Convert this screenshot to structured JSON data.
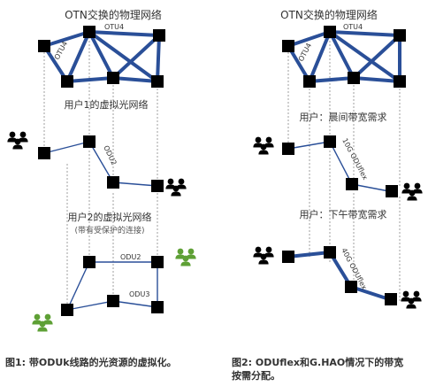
{
  "figure1": {
    "title": "OTN交换的物理网络",
    "physical_link_label": "OTU4",
    "user1_title": "用户1的虚拟光网络",
    "user1_link_label": "ODU2",
    "user2_title": "用户2的虚拟光网络",
    "user2_subtitle": "(带有受保护的连接)",
    "user2_link_label_a": "ODU2",
    "user2_link_label_b": "ODU3",
    "caption": "图1: 带ODUk线路的光资源的虚拟化。"
  },
  "figure2": {
    "title": "OTN交换的物理网络",
    "physical_link_label": "OTU4",
    "day_title": "用户：晨间带宽需求",
    "day_link_label": "10G ODUflex",
    "afternoon_title": "用户：下午带宽需求",
    "afternoon_link_label": "40G ODUflex",
    "caption_line1": "图2: ODUflex和G.HAO情况下的带宽",
    "caption_line2": "按需分配。"
  },
  "colors": {
    "link": "#2a4f98",
    "node": "#000000",
    "user_black": "#000000",
    "user_green": "#5ea035"
  }
}
